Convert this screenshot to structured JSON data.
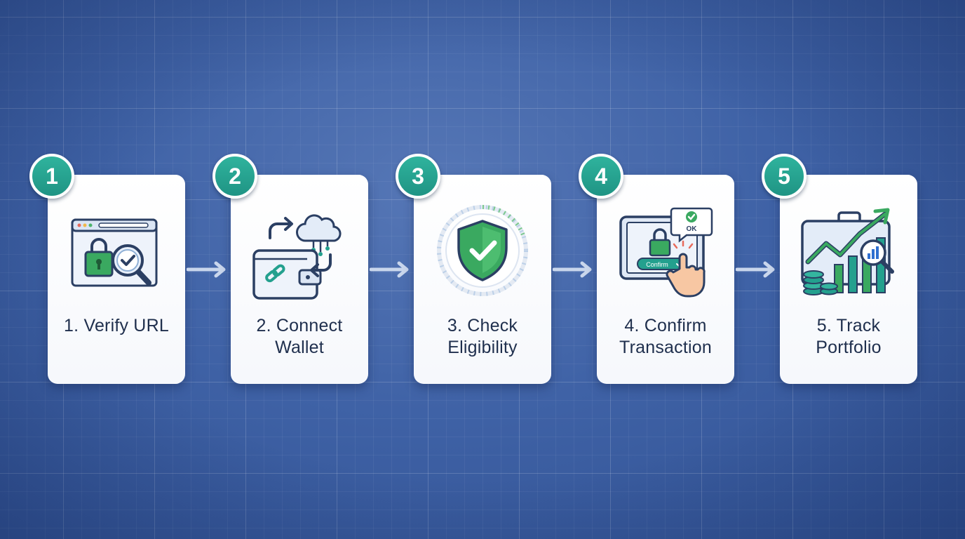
{
  "steps": [
    {
      "number": "1",
      "label": "1. Verify URL",
      "icon": "browser-lock-magnifier-icon"
    },
    {
      "number": "2",
      "label": "2. Connect Wallet",
      "icon": "wallet-cloud-link-icon"
    },
    {
      "number": "3",
      "label": "3. Check Eligibility",
      "icon": "shield-check-icon"
    },
    {
      "number": "4",
      "label": "4. Confirm Transaction",
      "icon": "tablet-confirm-tap-icon"
    },
    {
      "number": "5",
      "label": "5. Track Portfolio",
      "icon": "portfolio-growth-chart-icon"
    }
  ],
  "icon_text": {
    "confirm_button": "Confirm",
    "ok_bubble": "OK"
  },
  "colors": {
    "teal": "#23a08e",
    "green": "#3aa960",
    "navy": "#2b3f63",
    "background": "#3f62a6"
  }
}
